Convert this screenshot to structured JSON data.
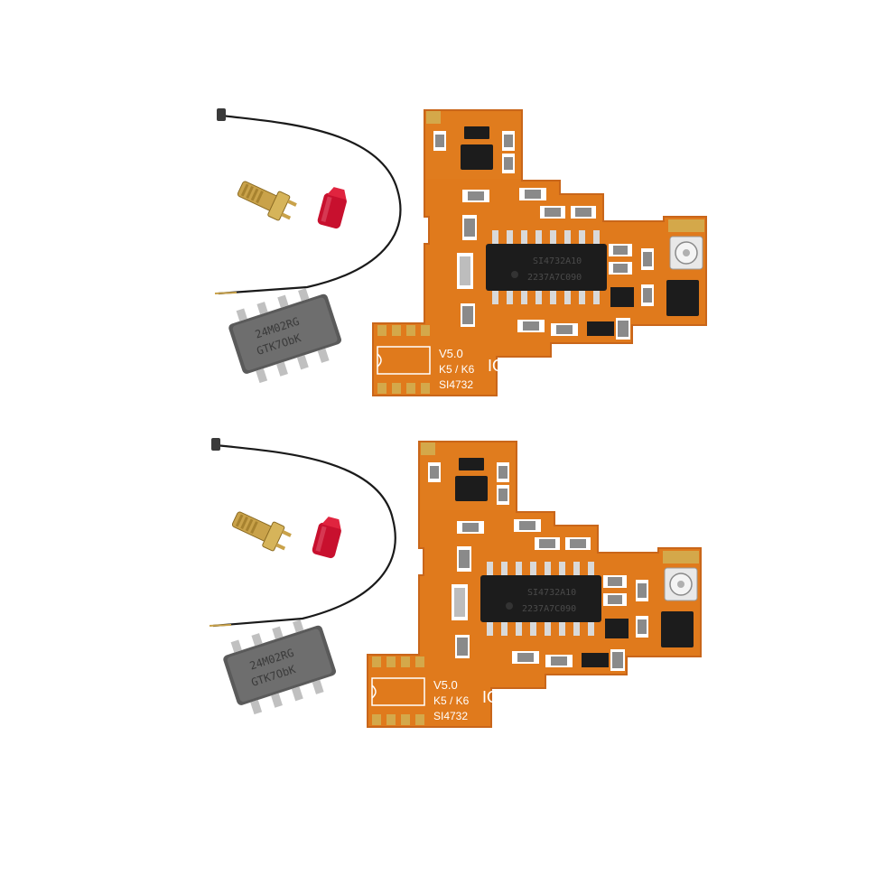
{
  "kits": [
    {
      "board": {
        "version": "V5.0",
        "model": "K5 / K6",
        "brand": "IOTCU",
        "chip_name": "SI4732",
        "main_ic_line1": "SI4732A10",
        "main_ic_line2": "2237A7C090"
      },
      "small_ic": {
        "line1": "24M02RG",
        "line2": "GTK7ObK"
      }
    },
    {
      "board": {
        "version": "V5.0",
        "model": "K5 / K6",
        "brand": "IOTCU",
        "chip_name": "SI4732",
        "main_ic_line1": "SI4732A10",
        "main_ic_line2": "2237A7C090"
      },
      "small_ic": {
        "line1": "24M02RG",
        "line2": "GTK7ObK"
      }
    }
  ],
  "colors": {
    "pcb": "#e07a1c",
    "pcb_edge": "#c9661a",
    "silkscreen": "#ffffff",
    "gold": "#d4a84a",
    "ic_black": "#1c1c1c",
    "cable": "#1a1a1a",
    "cap_red": "#c8102e"
  }
}
